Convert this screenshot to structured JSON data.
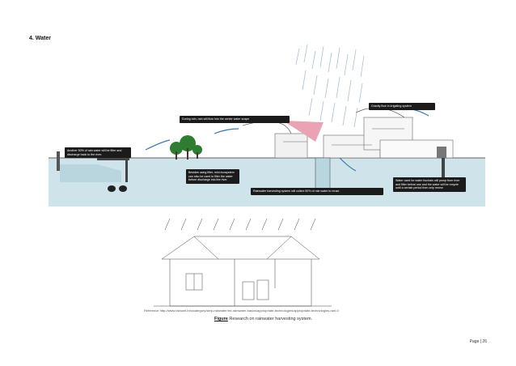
{
  "heading": "4. Water",
  "callouts": {
    "gravity": "Gravity flow in irrigating system",
    "during_rain": "During rain, rain will flow into the center water scape",
    "filter_half": "Another 50% of rain water will be filter and discharge back to the river.",
    "ecosystem": "Besides using filter, mini ecosystem can also be used to filter the water before discharge into the river.",
    "harvest": "Rainwater harvesting system will collect 50% of rain water to reuse.",
    "fountain": "Water used for water fountain will pump from river and filter before use and the water will be recycle until a certain period then only renew"
  },
  "reference": "Reference http://www.rainumi.info/category/step-rainwater/rnt-rainwater-basics/appropriate-technologies/appropriate-technologies-rain-0",
  "caption": {
    "label": "Figure",
    "text": " Research on rainwater harvesting system."
  },
  "page_number": "Page | 26",
  "colors": {
    "water": "#cfe4ea",
    "callout": "#1b1b1b",
    "rain": "#8fb3c6",
    "roof_pink": "#e9a3b4"
  }
}
